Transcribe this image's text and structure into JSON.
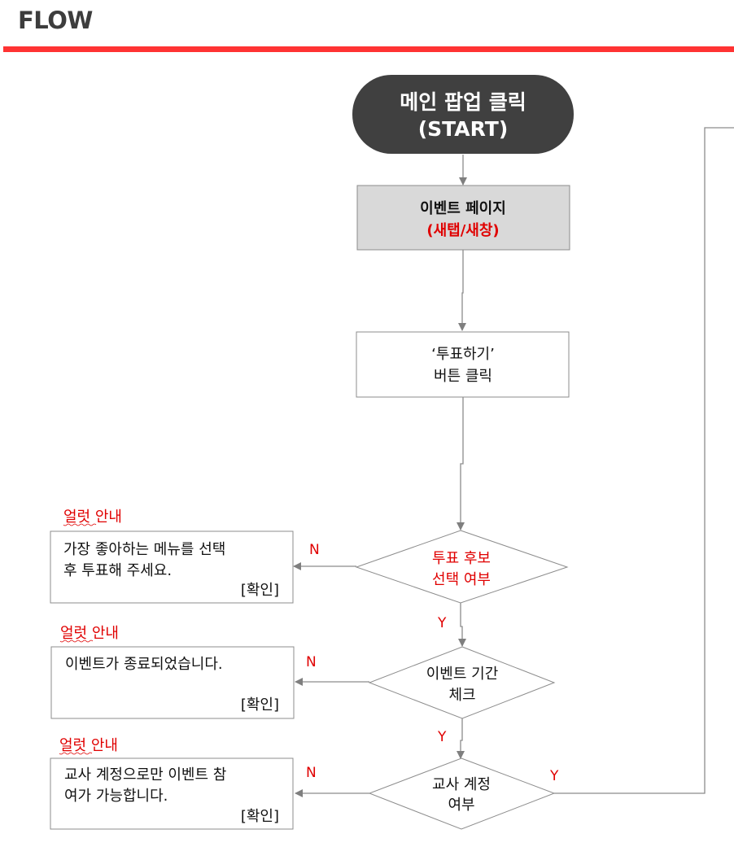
{
  "header": {
    "title": "FLOW"
  },
  "colors": {
    "accent": "#ff3333",
    "start_fill": "#404040",
    "process_fill": "#d9d9d9",
    "line": "#808080",
    "alert_text": "#e00000"
  },
  "flow": {
    "start": {
      "line1": "메인 팝업 클릭",
      "line2": "(START)"
    },
    "event_page": {
      "line1": "이벤트 페이지",
      "line2": "(새탭/새창)"
    },
    "vote_button": {
      "line1": "‘투표하기’",
      "line2": "버튼 클릭"
    },
    "decision_candidate": {
      "line1": "투표 후보",
      "line2": "선택 여부"
    },
    "decision_period": {
      "line1": "이벤트 기간",
      "line2": "체크"
    },
    "decision_teacher": {
      "line1": "교사 계정",
      "line2": "여부"
    },
    "alert_select": {
      "heading": "얼럿 안내",
      "line1": "가장 좋아하는 메뉴를 선택",
      "line2": "후 투표해 주세요.",
      "confirm": "[확인]"
    },
    "alert_ended": {
      "heading": "얼럿 안내",
      "line1": "이벤트가 종료되었습니다.",
      "confirm": "[확인]"
    },
    "alert_teacher": {
      "heading": "얼럿 안내",
      "line1": "교사 계정으로만 이벤트 참",
      "line2": "여가 가능합니다.",
      "confirm": "[확인]"
    },
    "labels": {
      "no": "N",
      "yes": "Y"
    }
  }
}
